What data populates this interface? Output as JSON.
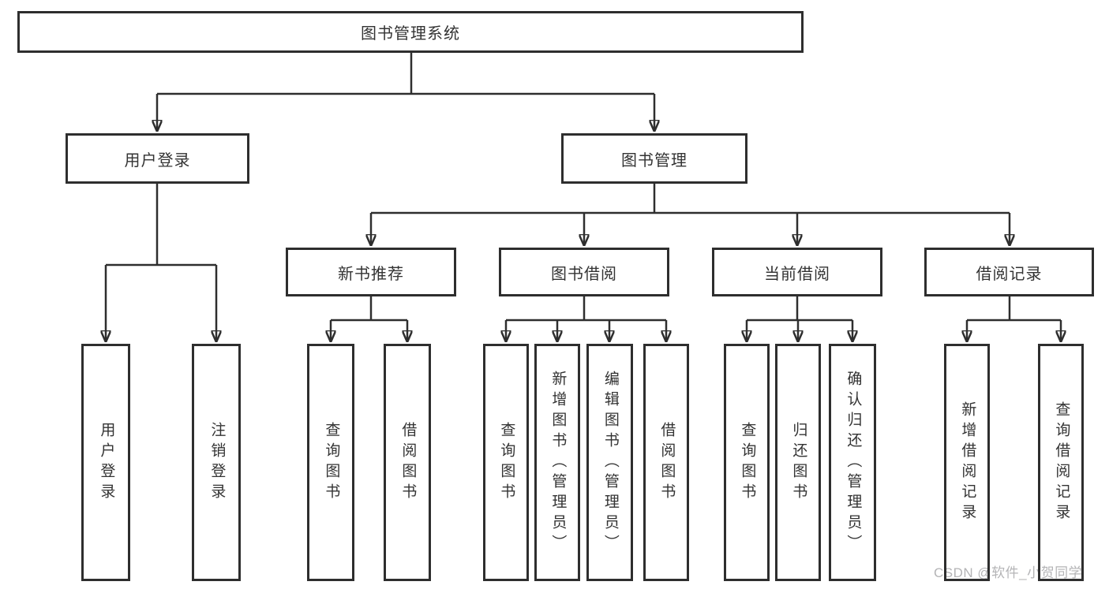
{
  "root": {
    "label": "图书管理系统"
  },
  "level2": {
    "user_login": {
      "label": "用户登录"
    },
    "book_mgmt": {
      "label": "图书管理"
    }
  },
  "level3": {
    "new_books": {
      "label": "新书推荐"
    },
    "borrowing": {
      "label": "图书借阅"
    },
    "current": {
      "label": "当前借阅"
    },
    "records": {
      "label": "借阅记录"
    }
  },
  "leaves": {
    "user_login": [
      "用户登录",
      "注销登录"
    ],
    "new_books": [
      "查询图书",
      "借阅图书"
    ],
    "borrowing": [
      "查询图书",
      "新增图书（管理员）",
      "编辑图书（管理员）",
      "借阅图书"
    ],
    "current": [
      "查询图书",
      "归还图书",
      "确认归还（管理员）"
    ],
    "records": [
      "新增借阅记录",
      "查询借阅记录"
    ]
  },
  "watermark": {
    "text": "CSDN @软件_小贺同学"
  },
  "colors": {
    "line": "#2e2e2e",
    "text": "#333333",
    "watermark": "#b4b4b6",
    "background": "#ffffff"
  }
}
